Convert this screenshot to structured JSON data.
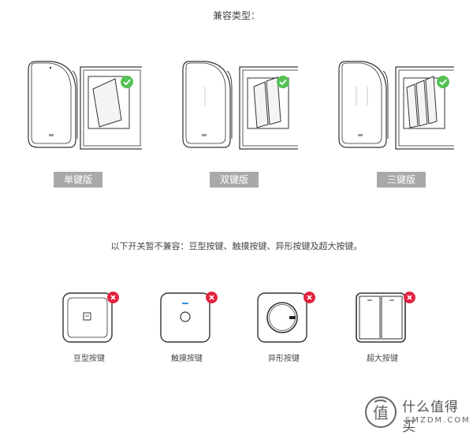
{
  "header": {
    "title": "兼容类型："
  },
  "compatible": {
    "items": [
      {
        "label": "单键版",
        "icon": "single-key-switch-icon"
      },
      {
        "label": "双键版",
        "icon": "double-key-switch-icon"
      },
      {
        "label": "三键版",
        "icon": "triple-key-switch-icon"
      }
    ],
    "badge_icon": "check-circle-icon",
    "badge_color": "#55c155",
    "pill_color": "#a9a9a9"
  },
  "incompatible": {
    "title": "以下开关暂不兼容：豆型按键、触摸按键、异形按键及超大按键。",
    "items": [
      {
        "label": "豆型按键",
        "icon": "bean-button-switch-icon"
      },
      {
        "label": "触摸按键",
        "icon": "touch-button-switch-icon"
      },
      {
        "label": "异形按键",
        "icon": "dial-button-switch-icon"
      },
      {
        "label": "超大按键",
        "icon": "large-button-switch-icon"
      }
    ],
    "badge_icon": "x-circle-icon",
    "badge_color": "#e2233e"
  },
  "watermark": {
    "cn": "什么值得买",
    "en": "SMZDM.COM",
    "icon": "smzdm-logo-icon"
  }
}
